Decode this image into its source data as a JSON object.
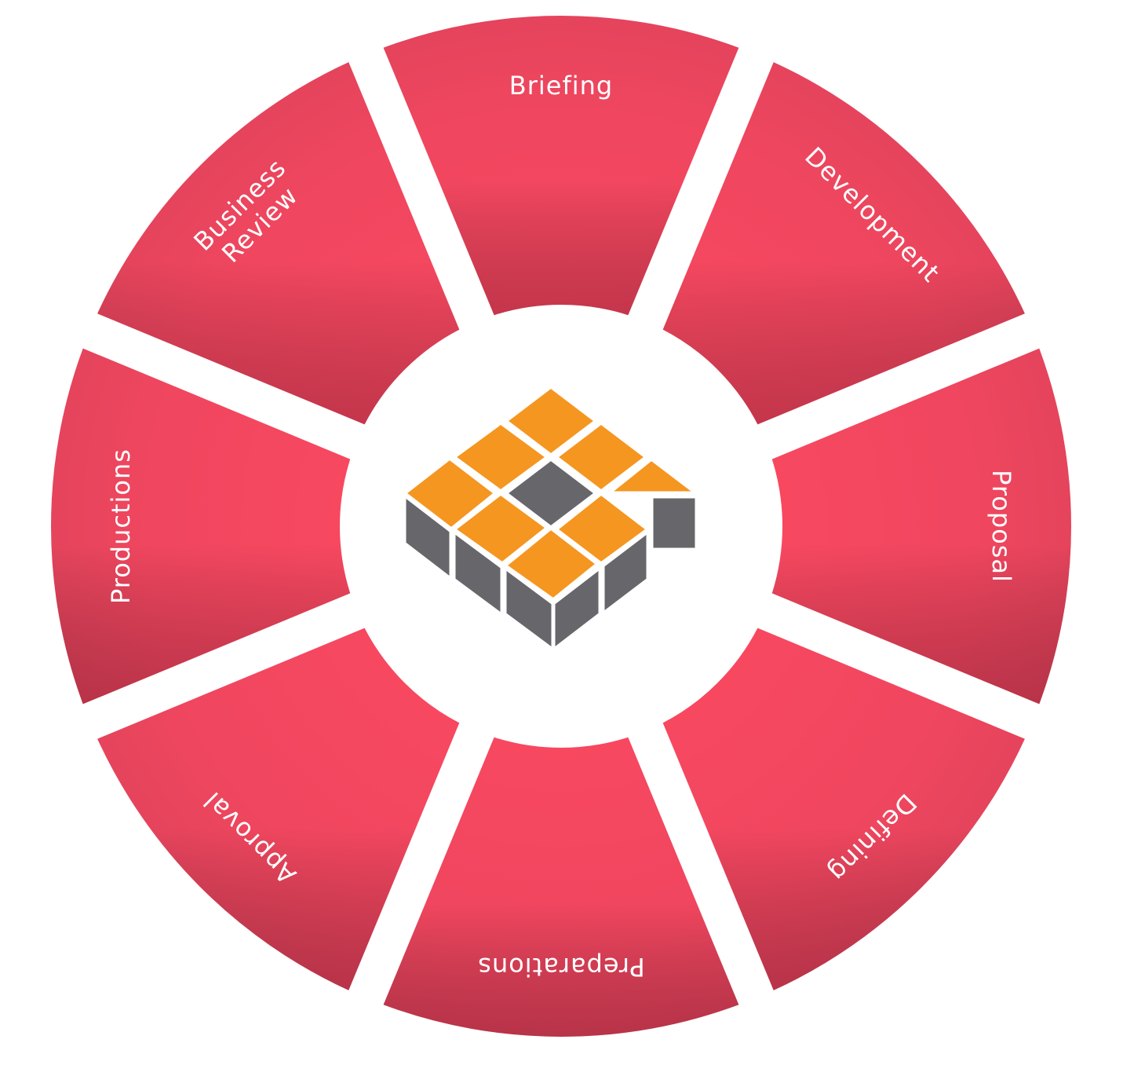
{
  "diagram": {
    "segments": [
      {
        "id": "briefing",
        "lines": [
          "Briefing"
        ]
      },
      {
        "id": "development",
        "lines": [
          "Development"
        ]
      },
      {
        "id": "proposal",
        "lines": [
          "Proposal"
        ]
      },
      {
        "id": "defining",
        "lines": [
          "Defining"
        ]
      },
      {
        "id": "preparations",
        "lines": [
          "Preparations"
        ]
      },
      {
        "id": "approval",
        "lines": [
          "Approval"
        ]
      },
      {
        "id": "productions",
        "lines": [
          "Productions"
        ]
      },
      {
        "id": "business-review",
        "lines": [
          "Business",
          "Review"
        ]
      }
    ],
    "center_logo": "stacked-blocks-logo"
  },
  "colors": {
    "segment_main": "#f0465f",
    "segment_dark": "#c7354f",
    "label_text": "#ffffff",
    "logo_orange": "#f59620",
    "logo_gray": "#67676b",
    "background": "#ffffff"
  }
}
